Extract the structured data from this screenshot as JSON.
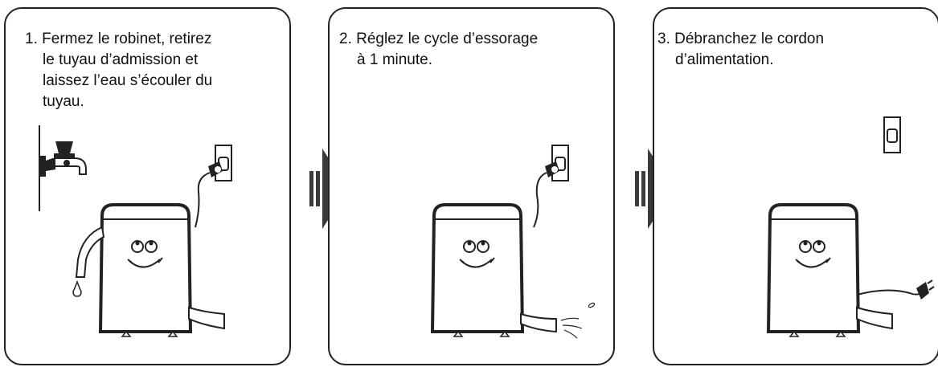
{
  "steps": [
    {
      "number": "1.",
      "lines": [
        "Fermez le robinet, retirez",
        "le tuyau d’admission et",
        "laissez l’eau s’écouler du",
        "tuyau."
      ]
    },
    {
      "number": "2.",
      "lines": [
        "Réglez le cycle d’essorage",
        "à 1 minute."
      ]
    },
    {
      "number": "3.",
      "lines": [
        "Débranchez le cordon",
        "d’alimentation."
      ]
    }
  ],
  "colors": {
    "stroke": "#222222",
    "arrow": "#3a3a3a",
    "background": "#ffffff"
  },
  "icons": [
    "faucet-icon",
    "wall-outlet-icon",
    "plug-icon",
    "water-drop-icon",
    "next-step-arrow-icon"
  ]
}
